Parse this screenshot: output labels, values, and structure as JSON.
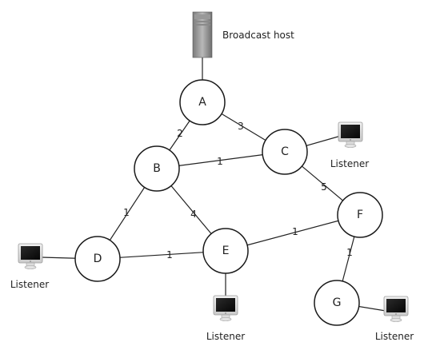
{
  "nodes": {
    "A": "A",
    "B": "B",
    "C": "C",
    "D": "D",
    "E": "E",
    "F": "F",
    "G": "G"
  },
  "edges": [
    {
      "from": "A",
      "to": "B",
      "weight": "2"
    },
    {
      "from": "A",
      "to": "C",
      "weight": "3"
    },
    {
      "from": "B",
      "to": "C",
      "weight": "1"
    },
    {
      "from": "B",
      "to": "D",
      "weight": "1"
    },
    {
      "from": "B",
      "to": "E",
      "weight": "4"
    },
    {
      "from": "C",
      "to": "F",
      "weight": "5"
    },
    {
      "from": "D",
      "to": "E",
      "weight": "1"
    },
    {
      "from": "E",
      "to": "F",
      "weight": "1"
    },
    {
      "from": "F",
      "to": "G",
      "weight": "1"
    }
  ],
  "hosts": {
    "broadcast": {
      "label": "Broadcast host",
      "icon": "server-tower-icon",
      "attached_to": "A"
    },
    "listeners": [
      {
        "label": "Listener",
        "icon": "computer-monitor-icon",
        "attached_to": "C"
      },
      {
        "label": "Listener",
        "icon": "computer-monitor-icon",
        "attached_to": "D"
      },
      {
        "label": "Listener",
        "icon": "computer-monitor-icon",
        "attached_to": "E"
      },
      {
        "label": "Listener",
        "icon": "computer-monitor-icon",
        "attached_to": "G"
      }
    ]
  }
}
